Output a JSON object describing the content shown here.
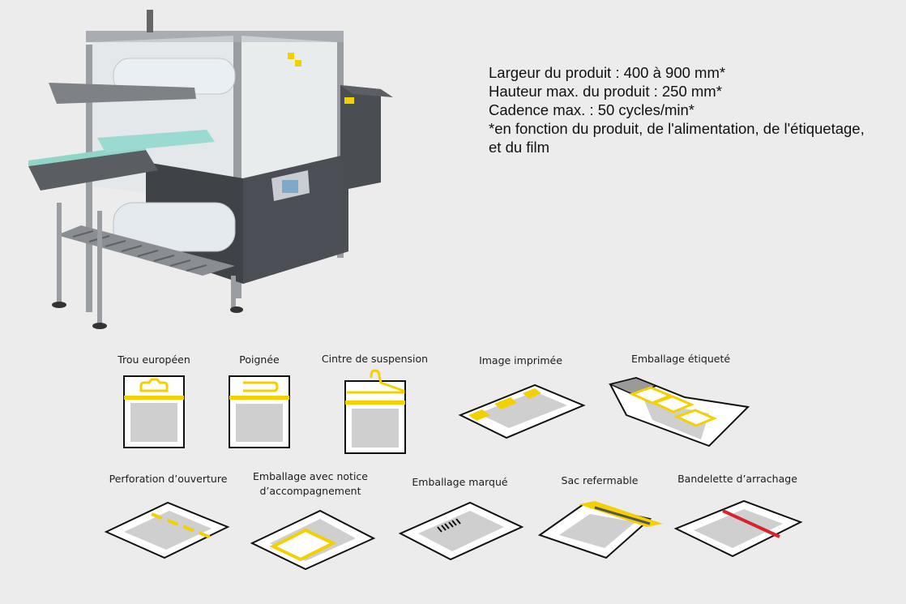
{
  "machine_image": {
    "kind": "photo",
    "subject": "shrink-wrapping machine",
    "brand_mark_text": ""
  },
  "specs": [
    "Largeur du produit : 400 à 900 mm*",
    "Hauteur max. du produit : 250 mm*",
    "Cadence max. : 50 cycles/min*",
    "*en fonction du produit, de l'alimentation, de l'étiquetage,",
    "et du film"
  ],
  "options": {
    "trou_europeen": "Trou européen",
    "poignee": "Poignée",
    "cintre": "Cintre de suspension",
    "image_imprimee": "Image imprimée",
    "emballage_etiquete": "Emballage étiqueté",
    "perforation": "Perforation d’ouverture",
    "notice_line1": "Emballage avec notice",
    "notice_line2": "d’accompagnement",
    "marque": "Emballage marqué",
    "sac_refermable": "Sac refermable",
    "bandelette": "Bandelette d’arrachage"
  },
  "colors": {
    "background": "#ececec",
    "accent_yellow": "#f5d000",
    "tear_red": "#d9232a",
    "package_gray": "#cfcfcf",
    "outline": "#111111"
  }
}
